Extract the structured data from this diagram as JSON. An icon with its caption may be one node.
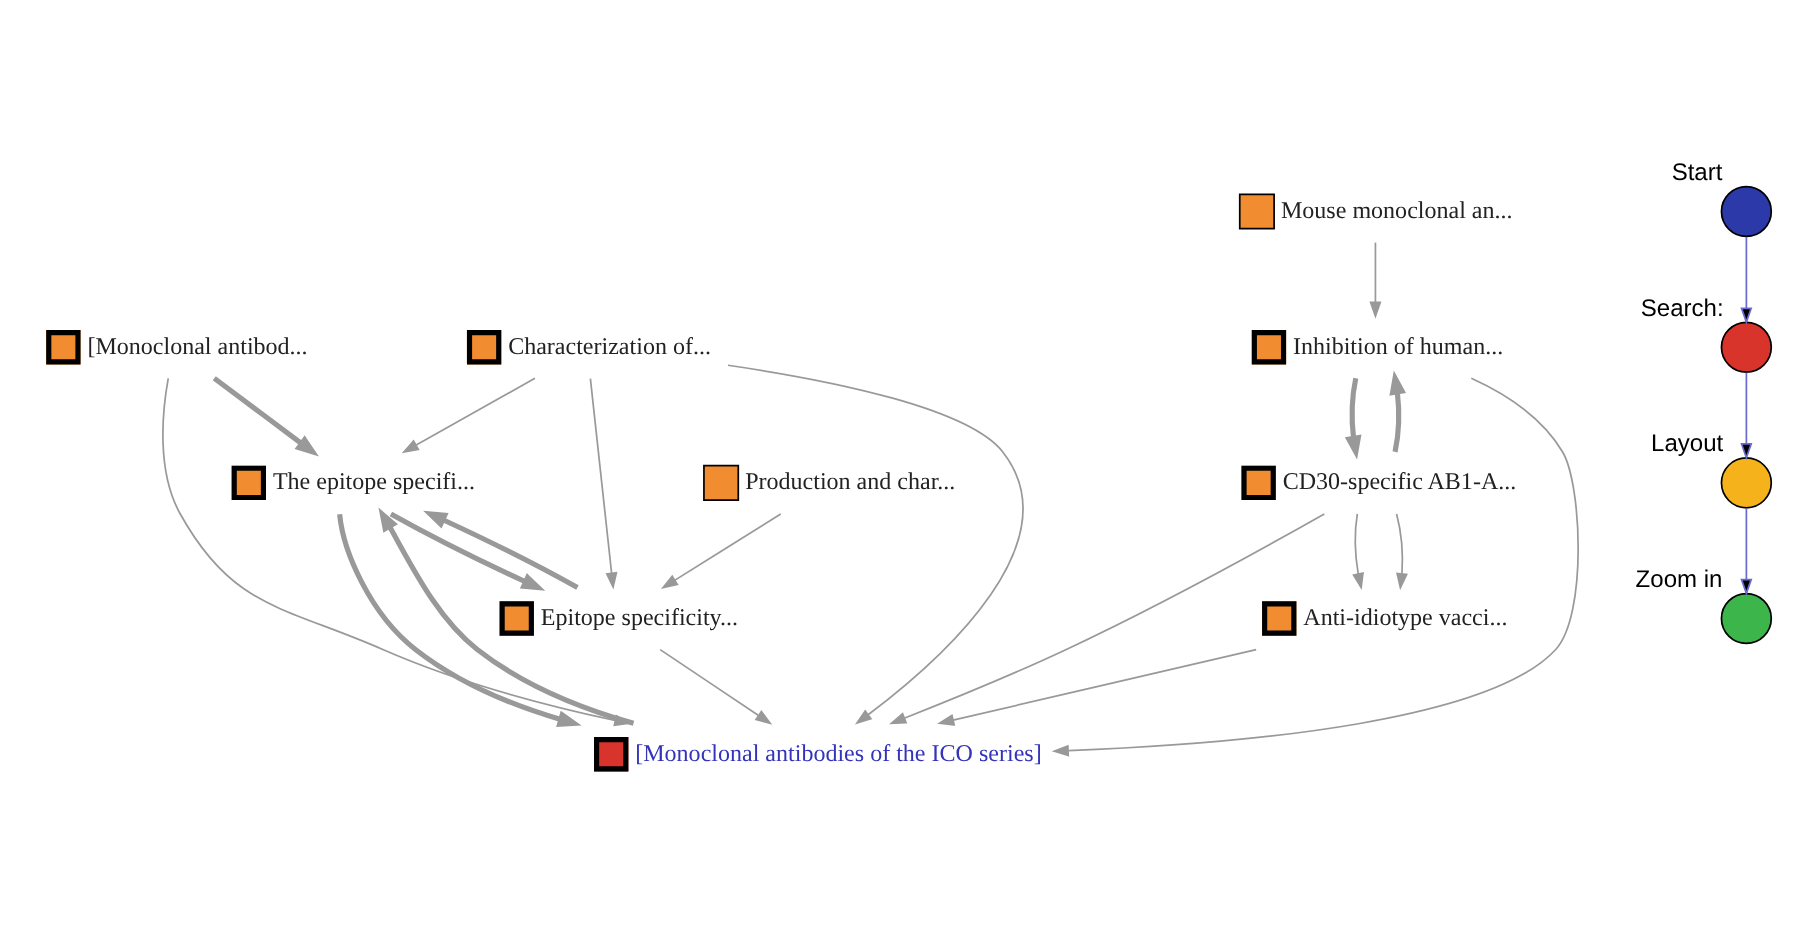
{
  "diagram": {
    "nodes": [
      {
        "text": [
          "[Monoclonal antibod..."
        ]
      },
      {
        "text": [
          "The epitope specifi..."
        ]
      },
      {
        "text": [
          "Mouse monoclonal an..."
        ]
      },
      {
        "text": [
          "Characterization of..."
        ]
      },
      {
        "text": [
          "[Monoclonal antibodies of the ICO series]"
        ]
      },
      {
        "text": [
          "Inhibition of human..."
        ]
      },
      {
        "text": [
          "Epitope specificity..."
        ]
      },
      {
        "text": [
          "CD30-specific AB1-A..."
        ]
      },
      {
        "text": [
          "Production and char..."
        ]
      },
      {
        "text": [
          "Anti-idiotype vacci..."
        ]
      },
      {
        "text": [],
        "shape": "circle",
        "beside": [
          "Start"
        ]
      },
      {
        "text": [],
        "shape": "circle",
        "beside": [
          "Search:"
        ]
      },
      {
        "text": [],
        "shape": "circle",
        "beside": [
          "Layout"
        ]
      },
      {
        "text": [],
        "shape": "circle",
        "beside": [
          "Zoom in"
        ]
      }
    ],
    "edges": [
      {
        "from": 0,
        "to": 1,
        "arrow": "to",
        "style": "thick"
      },
      {
        "from": 0,
        "to": 4,
        "arrow": "to"
      },
      {
        "from": 1,
        "to": 4,
        "arrow": "to",
        "style": "thick"
      },
      {
        "from": 4,
        "to": 1,
        "arrow": "to",
        "style": "thick"
      },
      {
        "from": 3,
        "to": 1,
        "arrow": "to"
      },
      {
        "from": 3,
        "to": 4,
        "arrow": "to"
      },
      {
        "from": 3,
        "to": 6,
        "arrow": "to"
      },
      {
        "from": 1,
        "to": 6,
        "arrow": "to",
        "style": "thick"
      },
      {
        "from": 6,
        "to": 1,
        "arrow": "to",
        "style": "thick"
      },
      {
        "from": 6,
        "to": 4,
        "arrow": "to"
      },
      {
        "from": 2,
        "to": 5,
        "arrow": "to"
      },
      {
        "from": 5,
        "to": 4,
        "arrow": "to"
      },
      {
        "from": 5,
        "to": 7,
        "arrow": "to",
        "style": "thick"
      },
      {
        "from": 7,
        "to": 5,
        "arrow": "to",
        "style": "thick"
      },
      {
        "from": 7,
        "to": 4,
        "arrow": "to"
      },
      {
        "from": 7,
        "to": 9,
        "arrow": "to"
      },
      {
        "from": 7,
        "to": 9,
        "arrow": "to"
      },
      {
        "from": 9,
        "to": 4,
        "arrow": "to"
      },
      {
        "from": 8,
        "to": 6,
        "arrow": "to"
      },
      {
        "from": 10,
        "to": 11,
        "arrow": "to",
        "color": "#6a6ad0"
      },
      {
        "from": 11,
        "to": 12,
        "arrow": "to",
        "color": "#6a6ad0"
      },
      {
        "from": 12,
        "to": 13,
        "arrow": "to",
        "color": "#6a6ad0"
      }
    ]
  }
}
